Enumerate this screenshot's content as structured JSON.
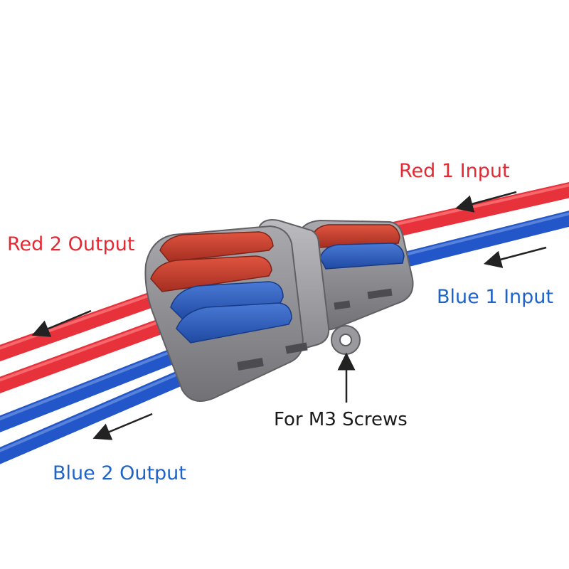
{
  "labels": {
    "red_in": "Red 1 Input",
    "red_out": "Red 2 Output",
    "blue_in": "Blue 1 Input",
    "blue_out": "Blue 2 Output",
    "screws": "For M3 Screws"
  },
  "colors": {
    "red_wire": "#e8323b",
    "blue_wire": "#2356c8",
    "housing": "#8f8f94",
    "red_lever": "#c23a2b",
    "blue_lever": "#2a58b8",
    "label_red": "#e32a33",
    "label_blue": "#1f63c7"
  }
}
